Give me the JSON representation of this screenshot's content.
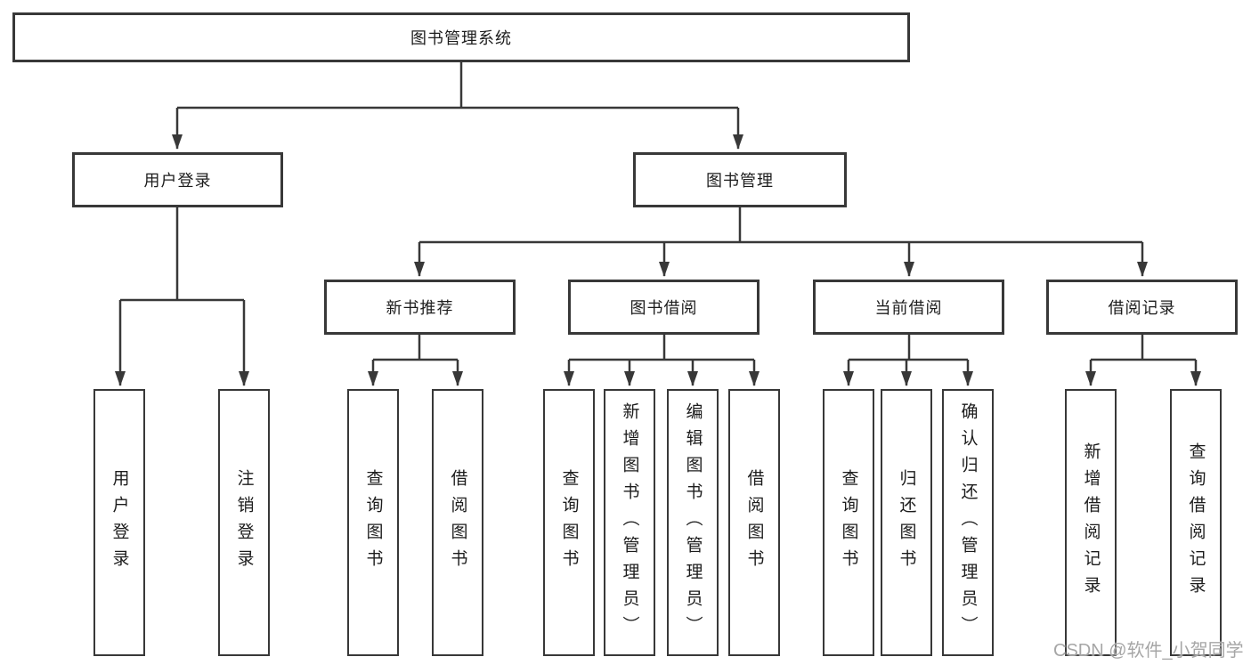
{
  "diagram_title": "图书管理系统",
  "colors": {
    "line": "#383838",
    "box_border": "#383838",
    "text": "#1c1c1c",
    "background": "#ffffff",
    "watermark": "#a6a6a6"
  },
  "watermark": {
    "text": "CSDN @软件_小贺同学"
  },
  "tree": {
    "root": {
      "label": "图书管理系统",
      "children": [
        {
          "label": "用户登录",
          "children": [
            {
              "label": "用户登录"
            },
            {
              "label": "注销登录"
            }
          ]
        },
        {
          "label": "图书管理",
          "children": [
            {
              "label": "新书推荐",
              "children": [
                {
                  "label": "查询图书"
                },
                {
                  "label": "借阅图书"
                }
              ]
            },
            {
              "label": "图书借阅",
              "children": [
                {
                  "label": "查询图书"
                },
                {
                  "label": "新增图书（管理员）"
                },
                {
                  "label": "编辑图书（管理员）"
                },
                {
                  "label": "借阅图书"
                }
              ]
            },
            {
              "label": "当前借阅",
              "children": [
                {
                  "label": "查询图书"
                },
                {
                  "label": "归还图书"
                },
                {
                  "label": "确认归还（管理员）"
                }
              ]
            },
            {
              "label": "借阅记录",
              "children": [
                {
                  "label": "新增借阅记录"
                },
                {
                  "label": "查询借阅记录"
                }
              ]
            }
          ]
        }
      ]
    }
  }
}
